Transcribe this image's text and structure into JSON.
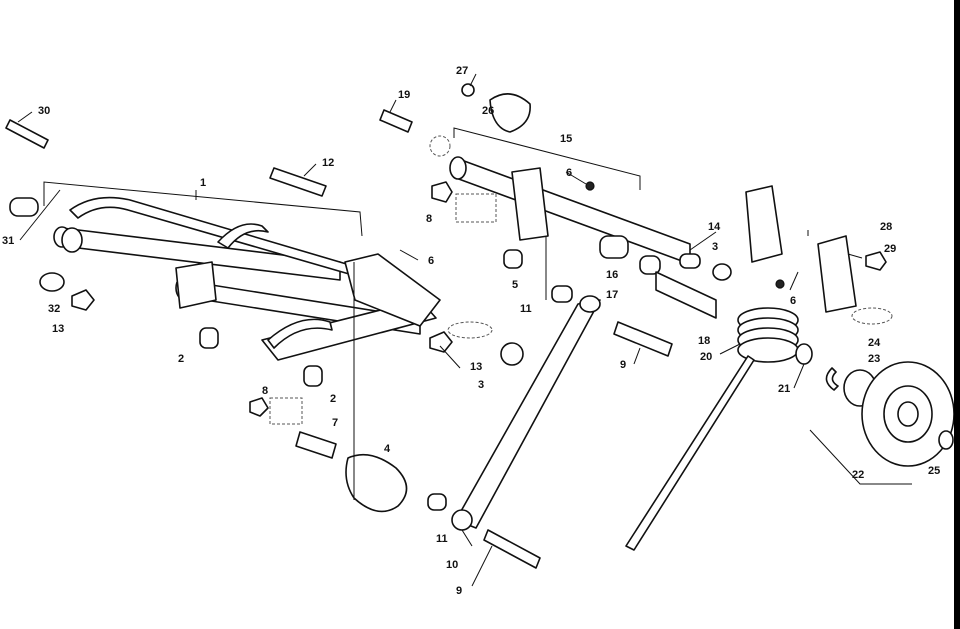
{
  "callouts": [
    {
      "label": "1"
    },
    {
      "label": "2"
    },
    {
      "label": "2"
    },
    {
      "label": "3"
    },
    {
      "label": "3"
    },
    {
      "label": "4"
    },
    {
      "label": "5"
    },
    {
      "label": "6"
    },
    {
      "label": "6"
    },
    {
      "label": "6"
    },
    {
      "label": "7"
    },
    {
      "label": "8"
    },
    {
      "label": "8"
    },
    {
      "label": "9"
    },
    {
      "label": "9"
    },
    {
      "label": "10"
    },
    {
      "label": "11"
    },
    {
      "label": "11"
    },
    {
      "label": "12"
    },
    {
      "label": "13"
    },
    {
      "label": "13"
    },
    {
      "label": "14"
    },
    {
      "label": "15"
    },
    {
      "label": "16"
    },
    {
      "label": "17"
    },
    {
      "label": "18"
    },
    {
      "label": "19"
    },
    {
      "label": "20"
    },
    {
      "label": "21"
    },
    {
      "label": "22"
    },
    {
      "label": "23"
    },
    {
      "label": "24"
    },
    {
      "label": "25"
    },
    {
      "label": "26"
    },
    {
      "label": "27"
    },
    {
      "label": "28"
    },
    {
      "label": "29"
    },
    {
      "label": "30"
    },
    {
      "label": "31"
    },
    {
      "label": "32"
    }
  ]
}
